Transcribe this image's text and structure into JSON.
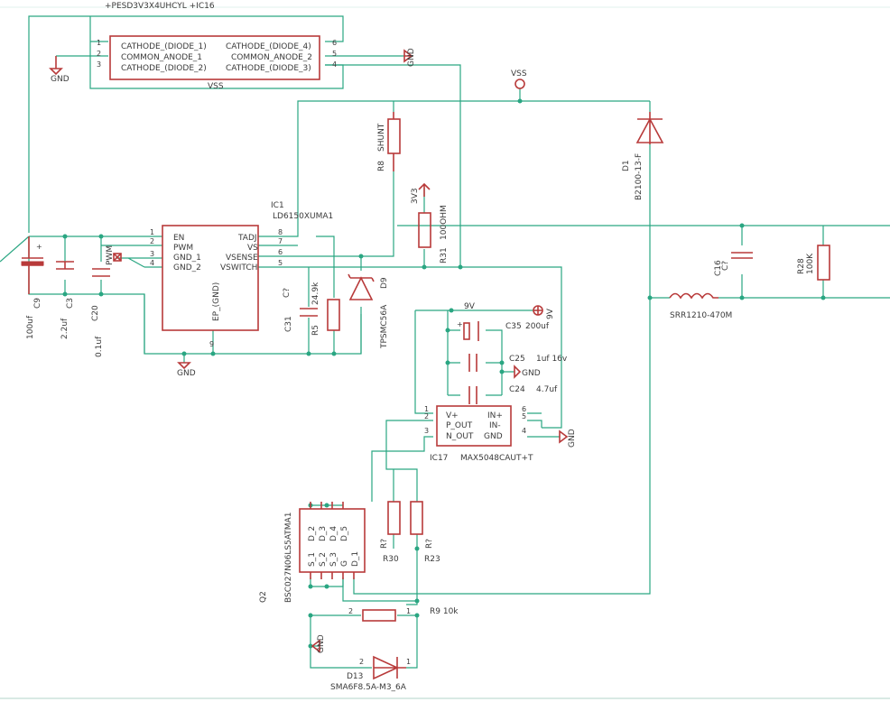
{
  "labels": {
    "c16_top": "+PESD3V3X4UHCYL  +IC16",
    "pesd_pin_cathode1": "CATHODE_(DIODE_1)",
    "pesd_pin_common1": "COMMON_ANODE_1",
    "pesd_pin_cathode2": "CATHODE_(DIODE_2)",
    "pesd_pin_cathode4": "CATHODE_(DIODE_4)",
    "pesd_pin_common2": "COMMON_ANODE_2",
    "pesd_pin_cathode3": "CATHODE_(DIODE_3)",
    "vss_under": "VSS",
    "gnd_left": "GND",
    "gnd_top": "GND",
    "vss_port": "VSS",
    "r8_name": "R8",
    "r8_value": "SHUNT",
    "d1_name": "D1",
    "d1_value": "B2100-13-F",
    "ic1_name": "IC1",
    "ic1_value": "LD6150XUMA1",
    "ic1_en": "EN",
    "ic1_pwm": "PWM",
    "ic1_gnd1": "GND_1",
    "ic1_gnd2": "GND_2",
    "ic1_tadj": "TADJ",
    "ic1_vs": "VS",
    "ic1_vsense": "VSENSE",
    "ic1_vswitch": "VSWITCH",
    "ic1_ep": "EP_(GND)",
    "pwm_label": "PWM",
    "port_3v3": "3V3",
    "r31_name": "R31",
    "r31_value": "100OHM",
    "c9_name": "C9",
    "c9_value": "100uf",
    "c3_name": "C3",
    "c3_value": "2.2uf",
    "c20_name": "C20",
    "c20_value": "0.1uf",
    "c31_name": "C31",
    "c31_value": "C?",
    "r5_name": "R5",
    "r5_value": "24.9k",
    "d9_name": "D9",
    "d9_value": "TPSMC56A",
    "gnd_ic1": "GND",
    "c16_name": "C16",
    "c16_value": "C?",
    "r28_name": "R28",
    "r28_value": "100K",
    "l_value": "SRR1210-470M",
    "v9_label": "9V",
    "v9_port": "9V",
    "c35_name": "C35",
    "c35_value": "200uf",
    "c25_name": "C25",
    "c25_value": "1uf 16v",
    "c24_name": "C24",
    "c24_value": "4.7uf",
    "gnd_caps": "GND",
    "ic17_vplus": "V+",
    "ic17_pout": "P_OUT",
    "ic17_nout": "N_OUT",
    "ic17_inplus": "IN+",
    "ic17_inminus": "IN-",
    "ic17_gnd": "GND",
    "ic17_name": "IC17",
    "ic17_value": "MAX5048CAUT+T",
    "gnd_ic17": "GND",
    "q2_name": "Q2",
    "q2_value": "BSC027N06LS5ATMA1",
    "q2_d2": "D_2",
    "q2_d3": "D_3",
    "q2_d4": "D_4",
    "q2_d5": "D_5",
    "q2_s1": "S_1",
    "q2_s2": "S_2",
    "q2_s3": "S_3",
    "q2_g": "G",
    "q2_d1": "D_1",
    "r30_name": "R30",
    "r30_value": "R?",
    "r23_name": "R23",
    "r23_value": "R?",
    "r9_label": "R9  10k",
    "gnd_bottom": "GND",
    "d13_name": "D13",
    "d13_value": "SMA6F8.5A-M3_6A"
  }
}
